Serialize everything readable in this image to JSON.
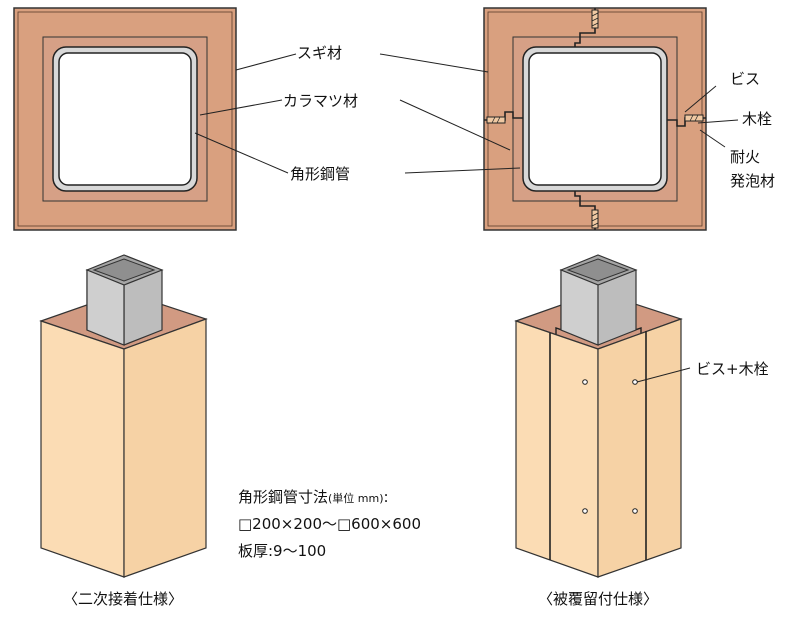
{
  "labels": {
    "sugi": "スギ材",
    "karamatsu": "カラマツ材",
    "steel_tube": "角形鋼管",
    "screw": "ビス",
    "dowel": "木栓",
    "fire_foam_1": "耐火",
    "fire_foam_2": "発泡材",
    "screw_dowel": "ビス+木栓"
  },
  "dimensions": {
    "title_main": "角形鋼管寸法",
    "title_unit": "(単位 mm)",
    "title_colon": ":",
    "size_range": "□200×200〜□600×600",
    "thickness": "板厚:9〜100"
  },
  "captions": {
    "left": "〈二次接着仕様〉",
    "right": "〈被覆留付仕様〉"
  },
  "colors": {
    "sugi": "#d9a07f",
    "karamatsu": "#d59f82",
    "wood_face_light": "#fbdcb4",
    "wood_face_dark": "#f6d2a5",
    "steel": "#c8c8c8",
    "steel_top": "#a5a5a5",
    "line": "#333333"
  }
}
